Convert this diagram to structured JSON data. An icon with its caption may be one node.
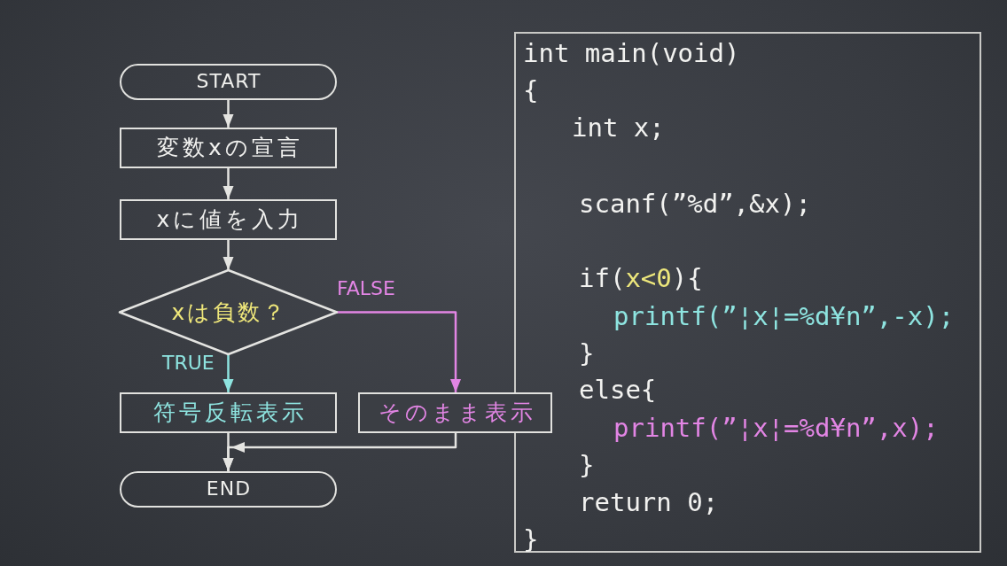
{
  "diagram": {
    "nodes": [
      {
        "text": [
          "START"
        ]
      },
      {
        "text": [
          "変数xの宣言"
        ]
      },
      {
        "text": [
          "xに値を入力"
        ]
      },
      {
        "text": [
          "xは負数？"
        ]
      },
      {
        "text": [
          "符号反転表示"
        ]
      },
      {
        "text": [
          "そのまま表示"
        ]
      },
      {
        "text": [
          "END"
        ]
      },
      {
        "text": [
          "int main(void)",
          "{",
          "int x;",
          "scanf(”%d”,&x);",
          "if(**x<0**){",
          "printf(”¦x¦=%d¥n”,-x);",
          "}",
          "else{",
          "printf(”¦x¦=%d¥n”,x);",
          "}",
          "return 0;",
          "}"
        ]
      }
    ],
    "edges": [
      {
        "from": 0,
        "to": 1,
        "arrow": "to"
      },
      {
        "from": 1,
        "to": 2,
        "arrow": "to"
      },
      {
        "from": 2,
        "to": 3,
        "arrow": "to"
      },
      {
        "from": 3,
        "to": 4,
        "arrow": "to",
        "label": "TRUE",
        "color": "#8ee4e0"
      },
      {
        "from": 3,
        "to": 5,
        "arrow": "to",
        "label": "FALSE",
        "color": "#e285e4"
      },
      {
        "from": 4,
        "to": 6,
        "arrow": "to"
      },
      {
        "from": 5,
        "to": 6,
        "arrow": "to"
      }
    ]
  }
}
